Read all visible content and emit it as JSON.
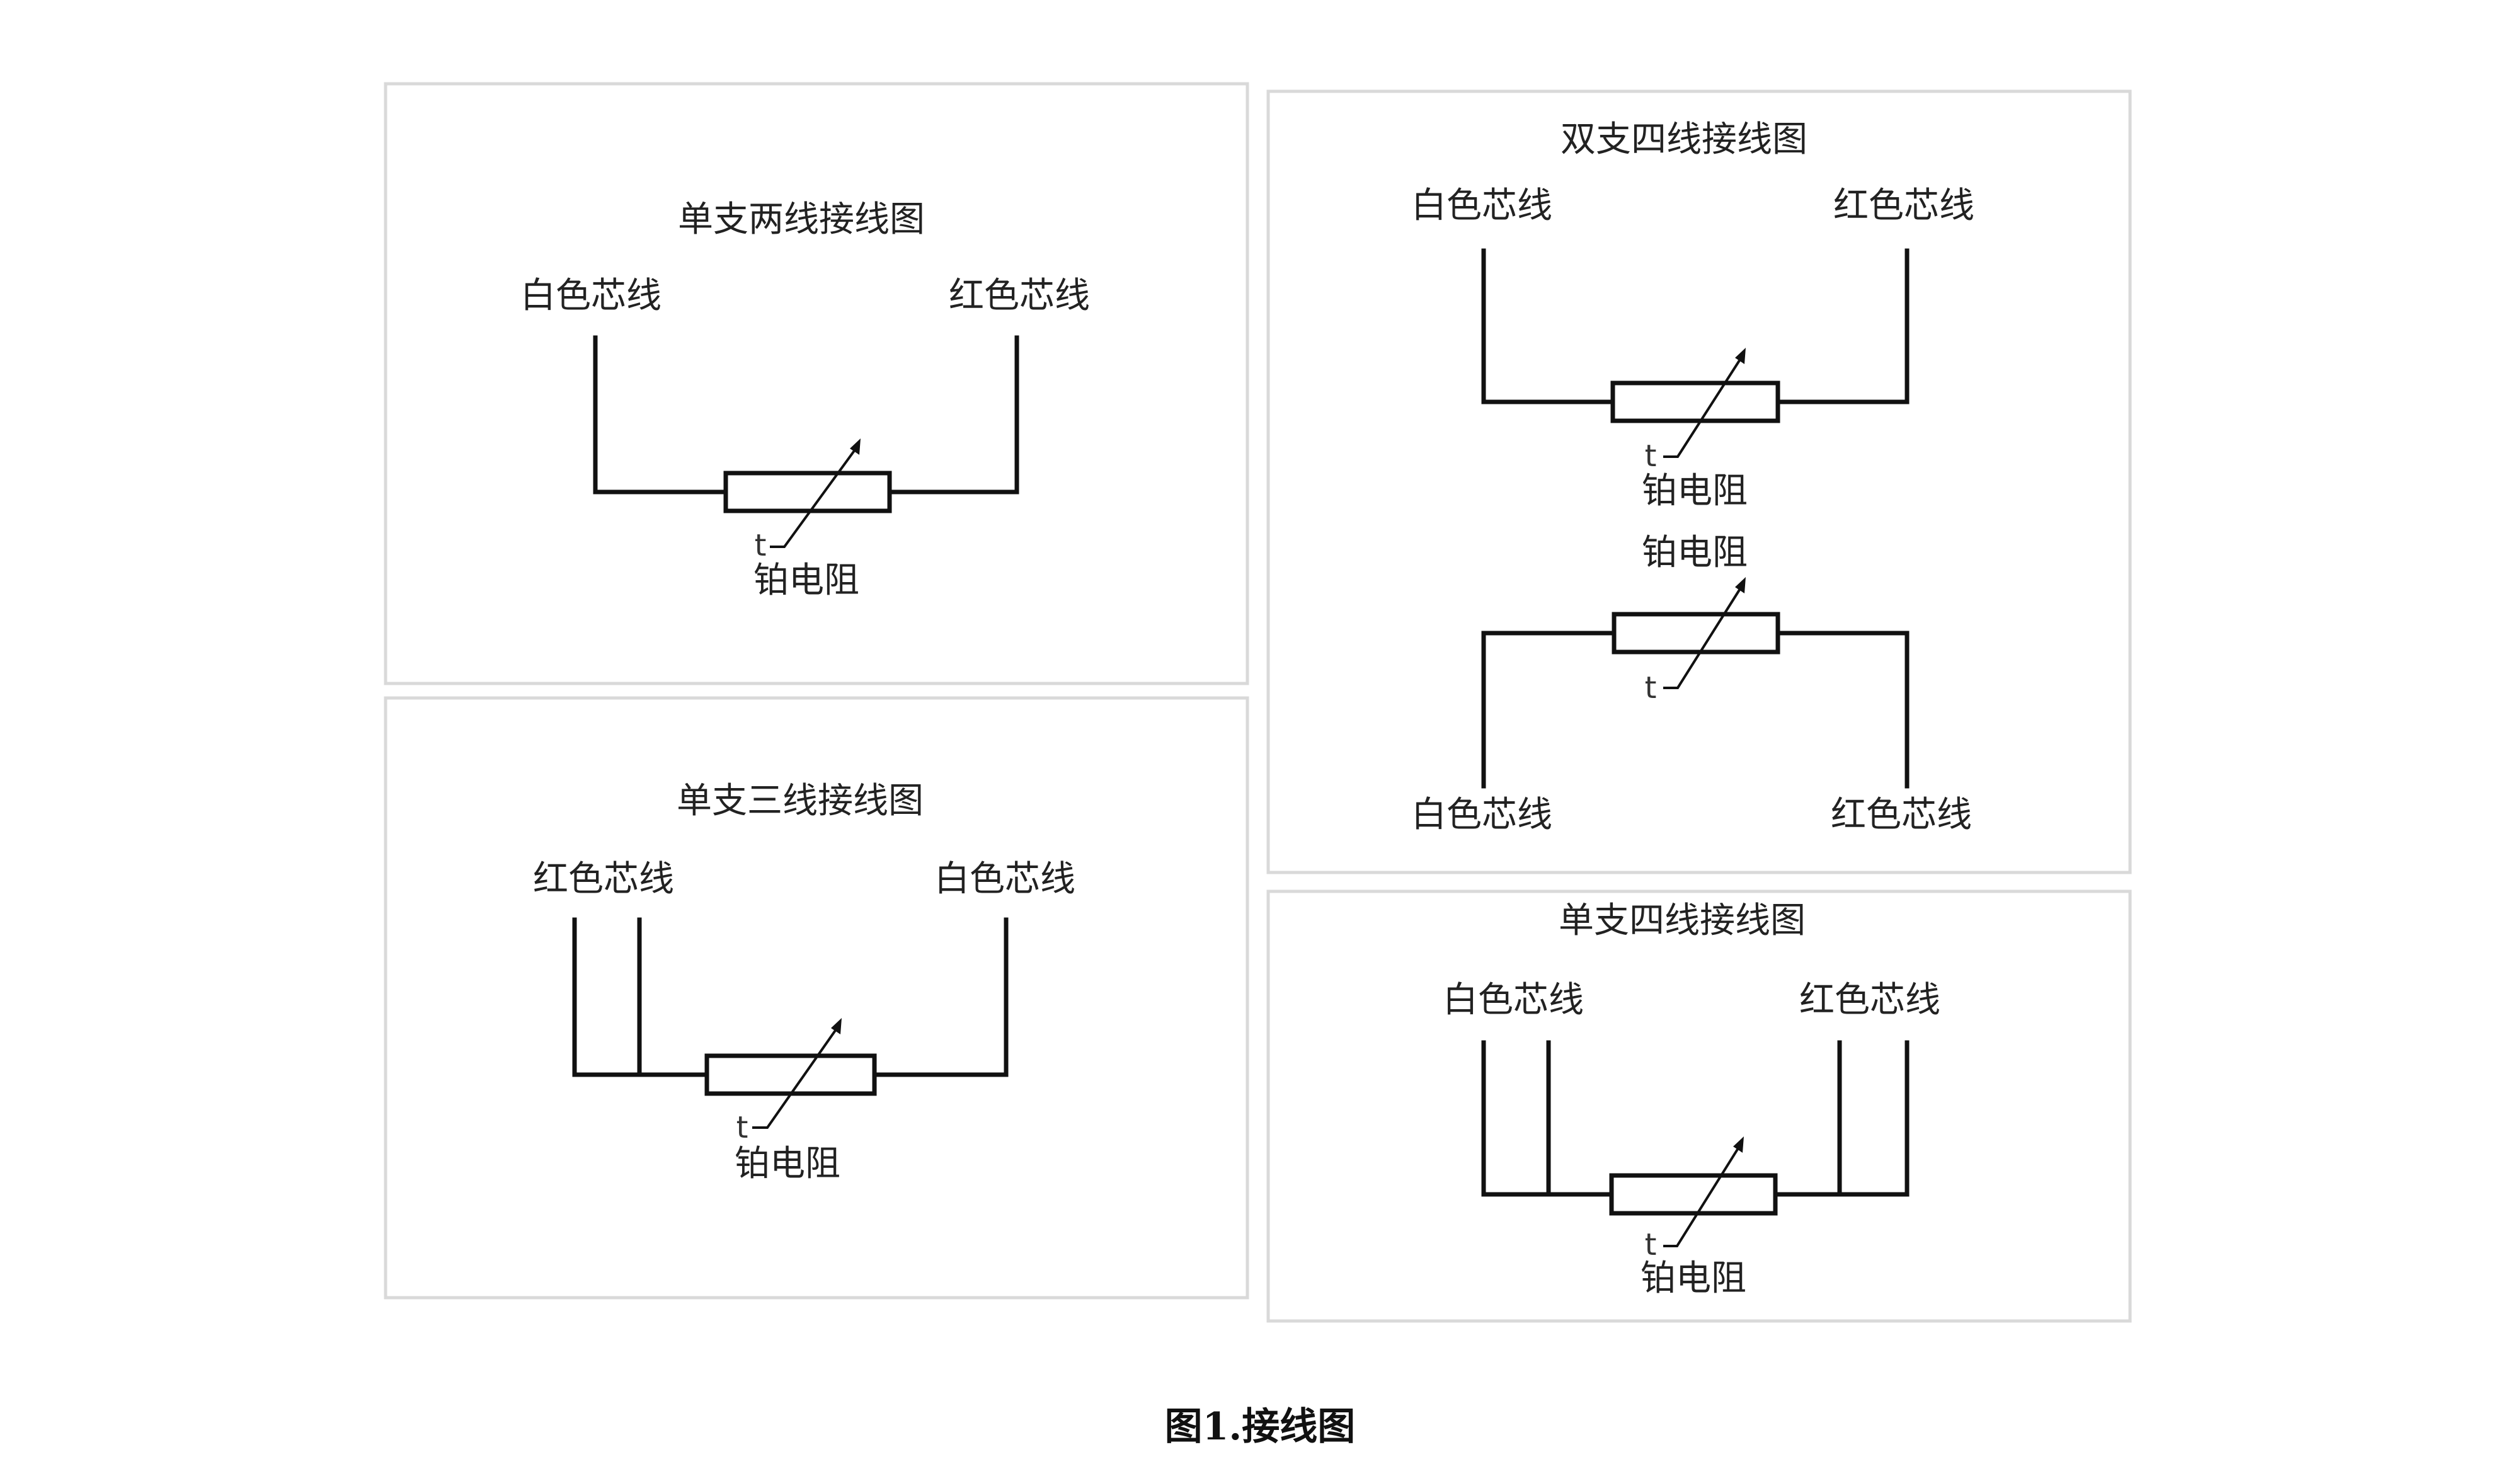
{
  "caption": "图1.接线图",
  "panels": {
    "two_wire": {
      "title": "单支两线接线图",
      "left_wire": "白色芯线",
      "right_wire": "红色芯线",
      "t_label": "t",
      "element": "铂电阻"
    },
    "three_wire": {
      "title": "单支三线接线图",
      "left_wire": "红色芯线",
      "right_wire": "白色芯线",
      "t_label": "t",
      "element": "铂电阻"
    },
    "dual_four_wire": {
      "title": "双支四线接线图",
      "top": {
        "left_wire": "白色芯线",
        "right_wire": "红色芯线",
        "t_label": "t",
        "element": "铂电阻"
      },
      "bottom": {
        "element": "铂电阻",
        "t_label": "t",
        "left_wire": "白色芯线",
        "right_wire": "红色芯线"
      }
    },
    "four_wire": {
      "title": "单支四线接线图",
      "left_wire": "白色芯线",
      "right_wire": "红色芯线",
      "t_label": "t",
      "element": "铂电阻"
    }
  }
}
